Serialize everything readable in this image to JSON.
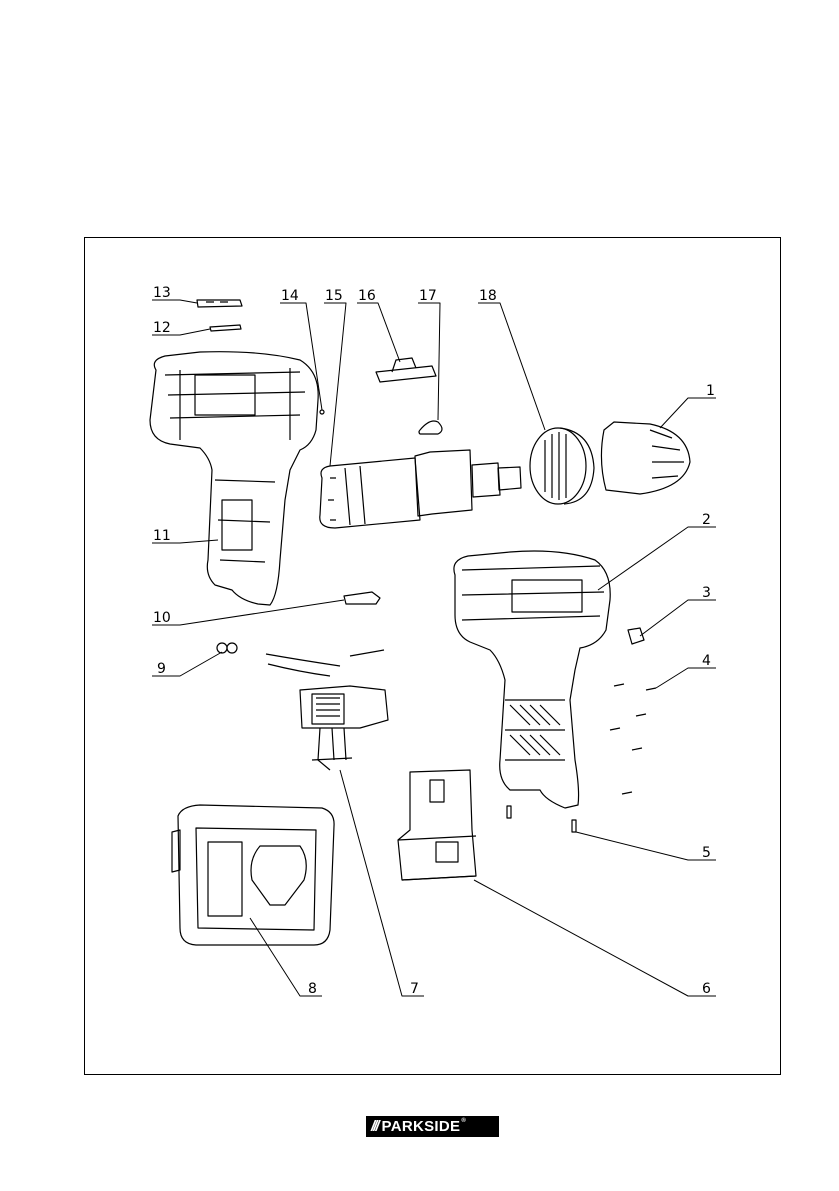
{
  "diagram": {
    "callouts": [
      "1",
      "2",
      "3",
      "4",
      "5",
      "6",
      "7",
      "8",
      "9",
      "10",
      "11",
      "12",
      "13",
      "14",
      "15",
      "16",
      "17",
      "18"
    ]
  },
  "footer": {
    "logo_slashes": "///",
    "logo_text": "PARKSIDE",
    "logo_mark": "®"
  }
}
